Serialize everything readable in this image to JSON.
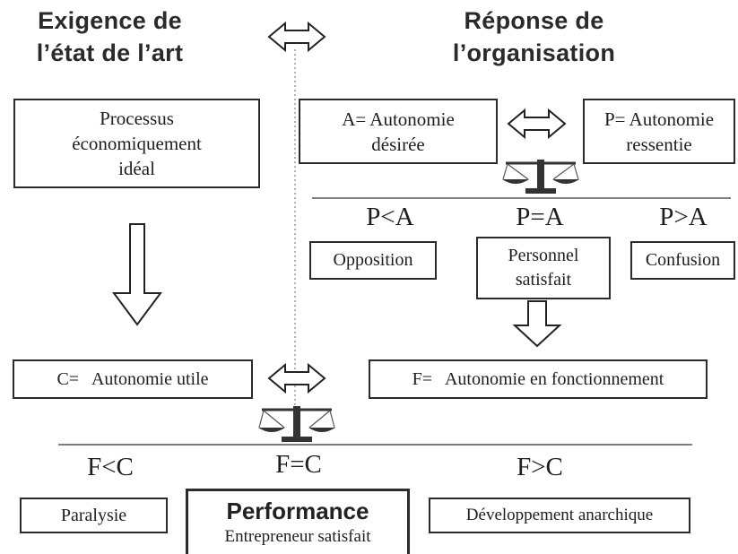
{
  "header_left": {
    "line1": "Exigence de",
    "line2": "l’état de l’art"
  },
  "header_right": {
    "line1": "Réponse de",
    "line2": "l’organisation"
  },
  "boxes": {
    "processus": {
      "line1": "Processus",
      "line2": "économiquement",
      "line3": "idéal"
    },
    "autonomie_desiree": {
      "line1": "A=  Autonomie",
      "line2": "désirée"
    },
    "autonomie_ressentie": {
      "line1": "P= Autonomie",
      "line2": "ressentie"
    },
    "opposition": "Opposition",
    "personnel_satisfait": {
      "line1": "Personnel",
      "line2": "satisfait"
    },
    "confusion": "Confusion",
    "autonomie_utile": "C=   Autonomie utile",
    "autonomie_fonctionnement": "F=   Autonomie en fonctionnement",
    "paralysie": "Paralysie",
    "performance": {
      "title": "Performance",
      "subtitle": "Entrepreneur satisfait"
    },
    "developpement": "Développement anarchique"
  },
  "comparisons_top": [
    "P<A",
    "P=A",
    "P>A"
  ],
  "comparisons_bottom": [
    "F<C",
    "F=C",
    "F>C"
  ],
  "icons": [
    "double-arrow-icon",
    "down-arrow-icon",
    "balance-scale-icon"
  ]
}
